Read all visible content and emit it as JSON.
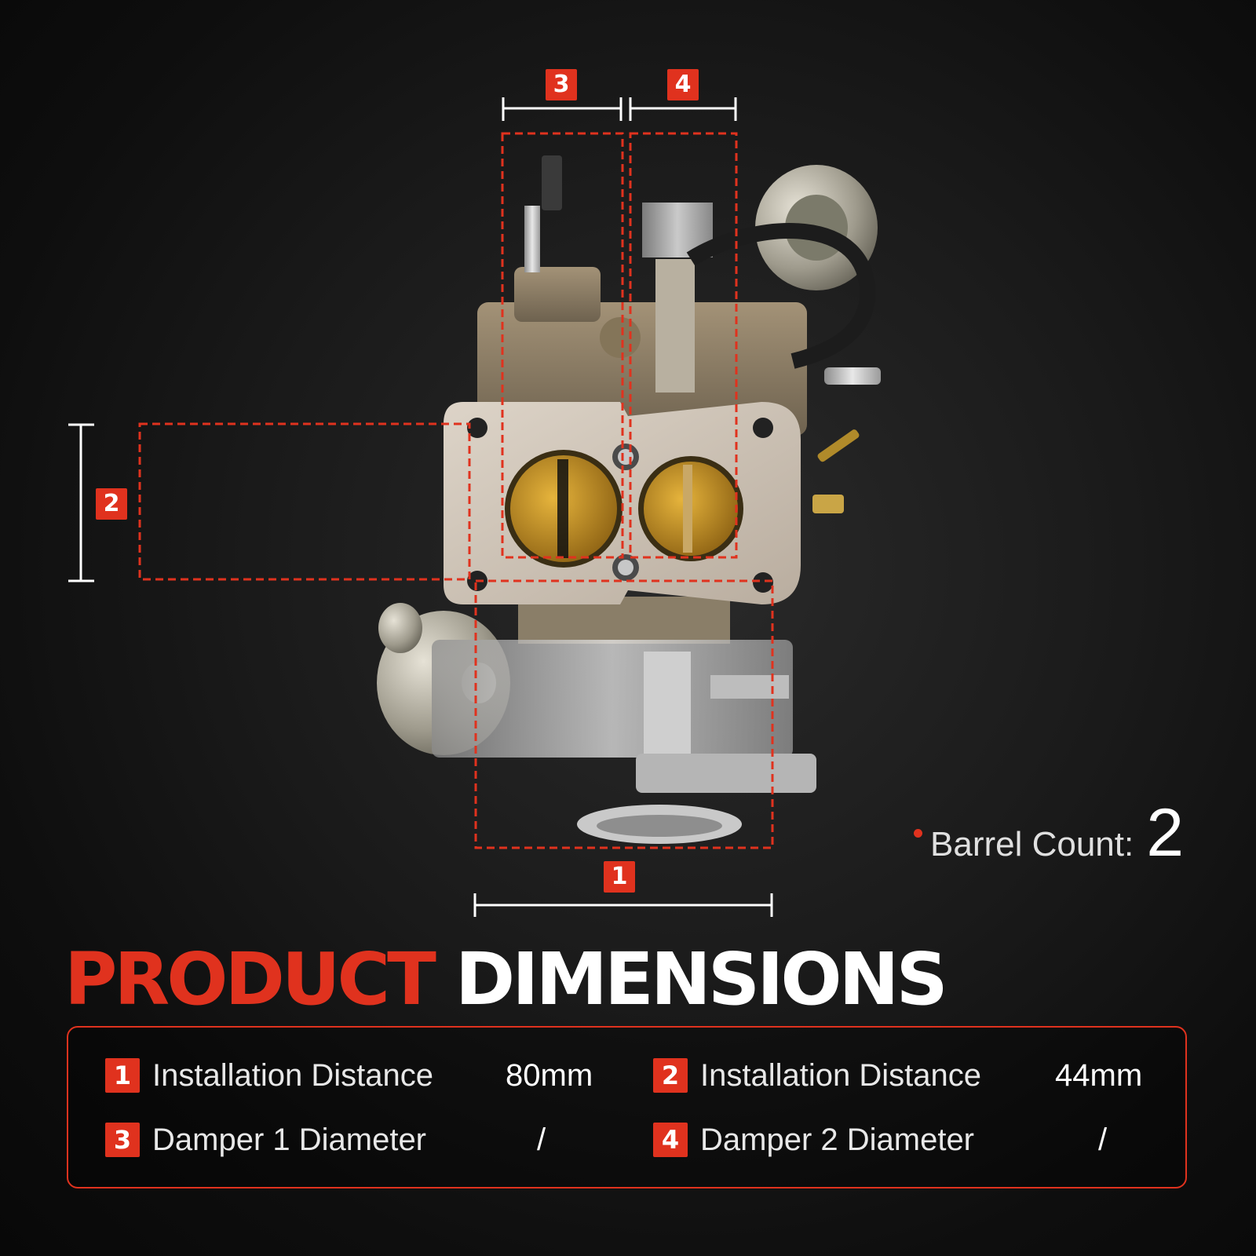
{
  "markers": {
    "m1": "1",
    "m2": "2",
    "m3": "3",
    "m4": "4"
  },
  "barrel": {
    "label": "Barrel Count:",
    "value": "2"
  },
  "title": {
    "part1": "PRODUCT",
    "part2": "DIMENSIONS"
  },
  "specs": [
    {
      "num": "1",
      "label": "Installation Distance",
      "value": "80mm"
    },
    {
      "num": "2",
      "label": "Installation Distance",
      "value": "44mm"
    },
    {
      "num": "3",
      "label": "Damper 1 Diameter",
      "value": "/"
    },
    {
      "num": "4",
      "label": "Damper 2 Diameter",
      "value": "/"
    }
  ],
  "colors": {
    "accent": "#e0321e",
    "background": "#1a1a1a",
    "text": "#ffffff"
  }
}
